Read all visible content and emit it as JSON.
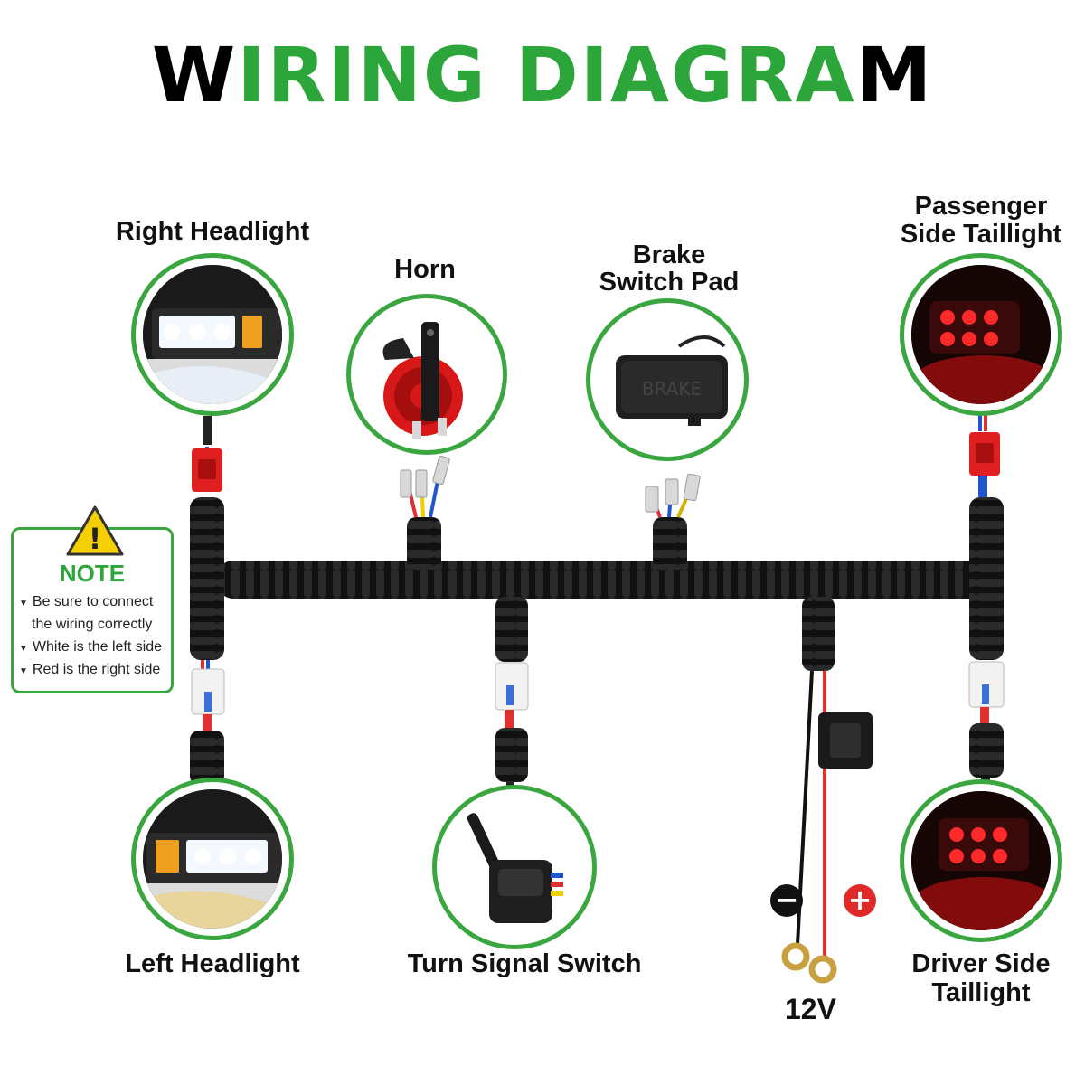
{
  "title": {
    "part1": "W",
    "part2": "IRING DIAGRA",
    "part3": "M"
  },
  "components": {
    "right_headlight": "Right Headlight",
    "horn": "Horn",
    "brake_line1": "Brake",
    "brake_line2": "Switch Pad",
    "passenger_line1": "Passenger",
    "passenger_line2": "Side Taillight",
    "left_headlight": "Left Headlight",
    "turn_signal": "Turn Signal Switch",
    "driver_line1": "Driver Side",
    "driver_line2": "Taillight",
    "power": "12V"
  },
  "brake_pad_text": "BRAKE",
  "note": {
    "icon": "!",
    "title": "NOTE",
    "items": [
      "Be sure to connect",
      "the wiring correctly",
      "White is the left side",
      "Red is the right side"
    ]
  },
  "polarity": {
    "negative": "−",
    "positive": "+"
  },
  "colors": {
    "accent_green": "#3aa63f",
    "connector_red": "#e02020",
    "taillight_red": "#ff2020"
  },
  "icons": [
    "warning-icon",
    "negative-terminal-icon",
    "positive-terminal-icon"
  ]
}
